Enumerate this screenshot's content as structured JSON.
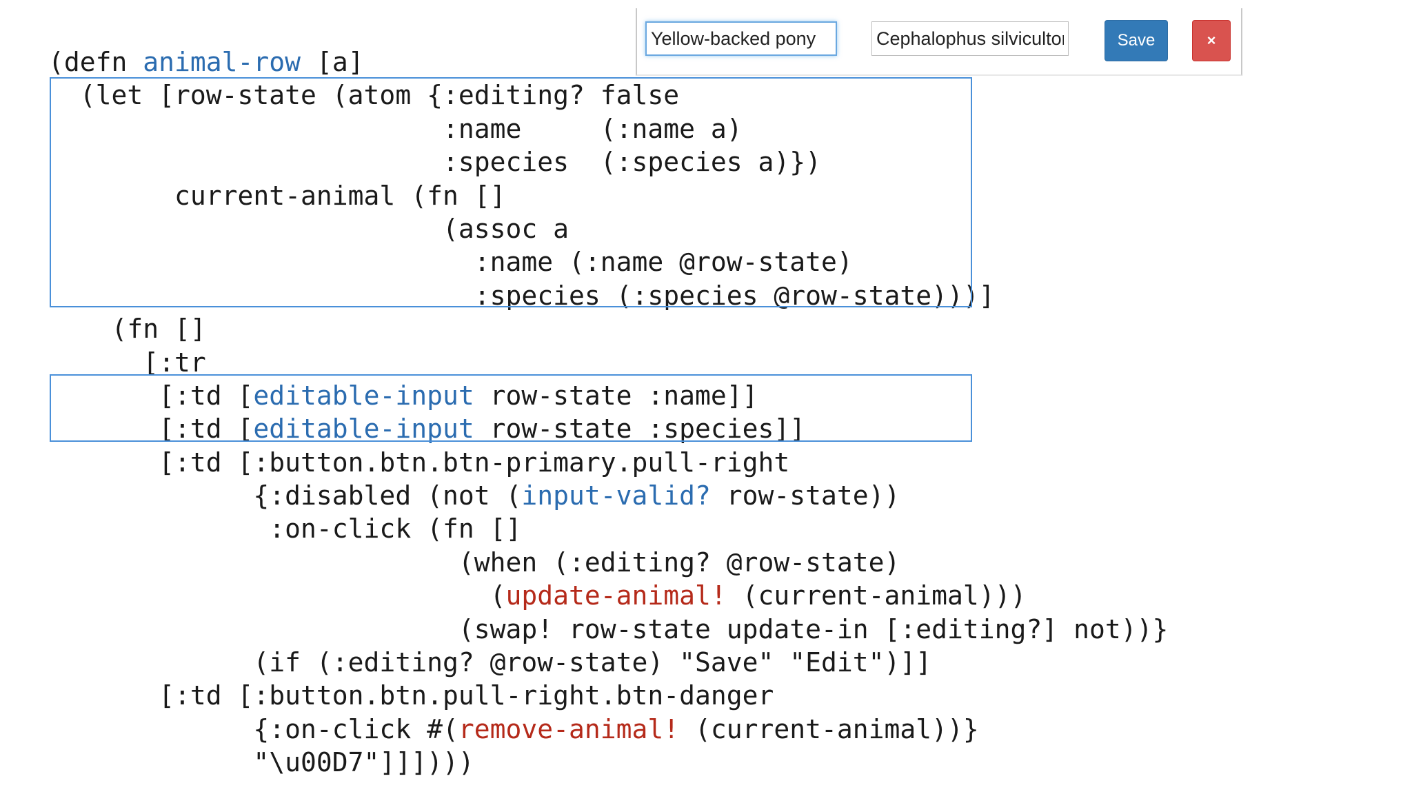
{
  "code": {
    "lines": [
      [
        {
          "t": "(defn "
        },
        {
          "t": "animal-row",
          "c": "blue"
        },
        {
          "t": " [a]"
        }
      ],
      [
        {
          "t": "  (let [row-state (atom {:editing? false"
        }
      ],
      [
        {
          "t": "                         :name     (:name a)"
        }
      ],
      [
        {
          "t": "                         :species  (:species a)})"
        }
      ],
      [
        {
          "t": "        current-animal (fn []"
        }
      ],
      [
        {
          "t": "                         (assoc a"
        }
      ],
      [
        {
          "t": "                           :name (:name @row-state)"
        }
      ],
      [
        {
          "t": "                           :species (:species @row-state)))]"
        }
      ],
      [
        {
          "t": "    (fn []"
        }
      ],
      [
        {
          "t": "      [:tr"
        }
      ],
      [
        {
          "t": "       [:td ["
        },
        {
          "t": "editable-input",
          "c": "blue"
        },
        {
          "t": " row-state :name]]"
        }
      ],
      [
        {
          "t": "       [:td ["
        },
        {
          "t": "editable-input",
          "c": "blue"
        },
        {
          "t": " row-state :species]]"
        }
      ],
      [
        {
          "t": "       [:td [:button.btn.btn-primary.pull-right"
        }
      ],
      [
        {
          "t": "             {:disabled (not ("
        },
        {
          "t": "input-valid?",
          "c": "blue"
        },
        {
          "t": " row-state))"
        }
      ],
      [
        {
          "t": "              :on-click (fn []"
        }
      ],
      [
        {
          "t": "                          (when (:editing? @row-state)"
        }
      ],
      [
        {
          "t": "                            ("
        },
        {
          "t": "update-animal!",
          "c": "red"
        },
        {
          "t": " (current-animal)))"
        }
      ],
      [
        {
          "t": "                          (swap! row-state update-in [:editing?] not))}"
        }
      ],
      [
        {
          "t": "             (if (:editing? @row-state) \"Save\" \"Edit\")]]"
        }
      ],
      [
        {
          "t": "       [:td [:button.btn.pull-right.btn-danger"
        }
      ],
      [
        {
          "t": "             {:on-click #("
        },
        {
          "t": "remove-animal!",
          "c": "red"
        },
        {
          "t": " (current-animal))}"
        }
      ],
      [
        {
          "t": "             \"\\u00D7\"]]])))"
        }
      ]
    ]
  },
  "widget": {
    "name_input_value": "Yellow-backed pony",
    "species_input_value": "Cephalophus silvicultor",
    "save_label": "Save",
    "close_label": "×"
  },
  "colors": {
    "fn_blue": "#2b6cb0",
    "fn_red": "#b52a1a",
    "highlight_border": "#4a90d9",
    "save_button": "#337ab7",
    "danger_button": "#d9534f"
  }
}
